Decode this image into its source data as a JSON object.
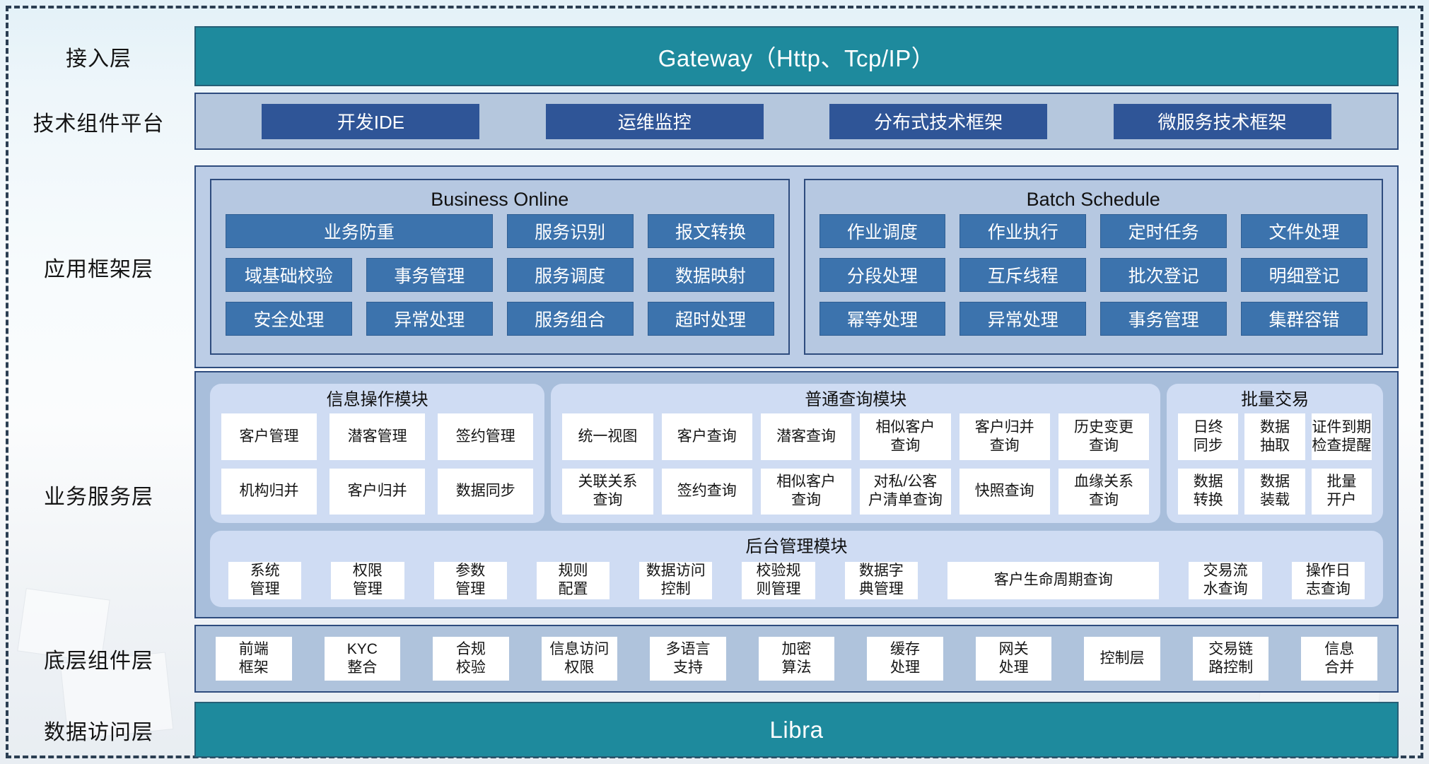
{
  "colors": {
    "teal": "#1E8A9D",
    "dark_blue_button": "#2F5597",
    "medium_blue_button": "#3C73AD",
    "container_light_blue": "#B6C8E1",
    "panel_periwinkle": "#CFDCF3",
    "border_navy": "#2E4C7E",
    "white_button": "#FFFFFF"
  },
  "access_layer": {
    "label": "接入层",
    "gateway": "Gateway（Http、Tcp/IP）"
  },
  "tech_platform": {
    "label": "技术组件平台",
    "buttons": [
      {
        "label": "开发IDE"
      },
      {
        "label": "运维监控"
      },
      {
        "label": "分布式技术框架"
      },
      {
        "label": "微服务技术框架"
      }
    ]
  },
  "app_framework": {
    "label": "应用框架层",
    "business_online": {
      "title": "Business Online",
      "items": [
        {
          "label": "业务防重",
          "span": 2
        },
        {
          "label": "服务识别"
        },
        {
          "label": "报文转换"
        },
        {
          "label": "域基础校验"
        },
        {
          "label": "事务管理"
        },
        {
          "label": "服务调度"
        },
        {
          "label": "数据映射"
        },
        {
          "label": "安全处理"
        },
        {
          "label": "异常处理"
        },
        {
          "label": "服务组合"
        },
        {
          "label": "超时处理"
        }
      ]
    },
    "batch_schedule": {
      "title": "Batch Schedule",
      "items": [
        {
          "label": "作业调度"
        },
        {
          "label": "作业执行"
        },
        {
          "label": "定时任务"
        },
        {
          "label": "文件处理"
        },
        {
          "label": "分段处理"
        },
        {
          "label": "互斥线程"
        },
        {
          "label": "批次登记"
        },
        {
          "label": "明细登记"
        },
        {
          "label": "幂等处理"
        },
        {
          "label": "异常处理"
        },
        {
          "label": "事务管理"
        },
        {
          "label": "集群容错"
        }
      ]
    }
  },
  "business_service": {
    "label": "业务服务层",
    "info_module": {
      "title": "信息操作模块",
      "items": [
        {
          "label": "客户管理"
        },
        {
          "label": "潜客管理"
        },
        {
          "label": "签约管理"
        },
        {
          "label": "机构归并"
        },
        {
          "label": "客户归并"
        },
        {
          "label": "数据同步"
        }
      ]
    },
    "query_module": {
      "title": "普通查询模块",
      "items": [
        {
          "label": "统一视图"
        },
        {
          "label": "客户查询"
        },
        {
          "label": "潜客查询"
        },
        {
          "label": "相似客户\n查询"
        },
        {
          "label": "客户归并\n查询"
        },
        {
          "label": "历史变更\n查询"
        },
        {
          "label": "关联关系\n查询"
        },
        {
          "label": "签约查询"
        },
        {
          "label": "相似客户\n查询"
        },
        {
          "label": "对私/公客\n户清单查询"
        },
        {
          "label": "快照查询"
        },
        {
          "label": "血缘关系\n查询"
        }
      ]
    },
    "batch_trade": {
      "title": "批量交易",
      "items": [
        {
          "label": "日终\n同步"
        },
        {
          "label": "数据\n抽取"
        },
        {
          "label": "证件到期\n检查提醒"
        },
        {
          "label": "数据\n转换"
        },
        {
          "label": "数据\n装载"
        },
        {
          "label": "批量\n开户"
        }
      ]
    },
    "admin_module": {
      "title": "后台管理模块",
      "items": [
        {
          "label": "系统\n管理"
        },
        {
          "label": "权限\n管理"
        },
        {
          "label": "参数\n管理"
        },
        {
          "label": "规则\n配置"
        },
        {
          "label": "数据访问\n控制"
        },
        {
          "label": "校验规\n则管理"
        },
        {
          "label": "数据字\n典管理"
        },
        {
          "label": "客户生命周期查询",
          "wide": true
        },
        {
          "label": "交易流\n水查询"
        },
        {
          "label": "操作日\n志查询"
        }
      ]
    }
  },
  "base_components": {
    "label": "底层组件层",
    "items": [
      {
        "label": "前端\n框架"
      },
      {
        "label": "KYC\n整合"
      },
      {
        "label": "合规\n校验"
      },
      {
        "label": "信息访问\n权限"
      },
      {
        "label": "多语言\n支持"
      },
      {
        "label": "加密\n算法"
      },
      {
        "label": "缓存\n处理"
      },
      {
        "label": "网关\n处理"
      },
      {
        "label": "控制层"
      },
      {
        "label": "交易链\n路控制"
      },
      {
        "label": "信息\n合并"
      }
    ]
  },
  "data_access": {
    "label": "数据访问层",
    "bar": "Libra"
  }
}
